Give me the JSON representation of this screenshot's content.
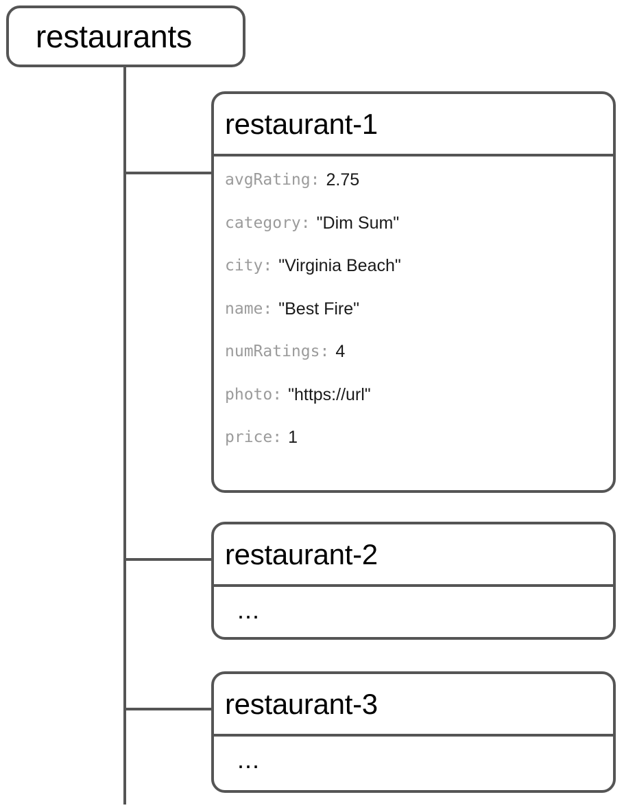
{
  "diagram": {
    "type": "firestore-collection-tree",
    "colors": {
      "stroke": "#555555",
      "key_text": "#9b9b9b",
      "value_text": "#1a1a1a",
      "title_text": "#000000",
      "background": "#ffffff"
    },
    "root": {
      "label": "restaurants",
      "kind": "collection"
    },
    "documents": [
      {
        "id": "restaurant-1",
        "kind": "document",
        "expanded": true,
        "fields": [
          {
            "key": "avgRating",
            "colon": ":",
            "value": "2.75"
          },
          {
            "key": "category",
            "colon": ":",
            "value": "\"Dim Sum\""
          },
          {
            "key": "city",
            "colon": ":",
            "value": "\"Virginia Beach\""
          },
          {
            "key": "name",
            "colon": ":",
            "value": "\"Best Fire\""
          },
          {
            "key": "numRatings",
            "colon": ":",
            "value": "4"
          },
          {
            "key": "photo",
            "colon": ":",
            "value": "\"https://url\""
          },
          {
            "key": "price",
            "colon": ":",
            "value": "1"
          }
        ]
      },
      {
        "id": "restaurant-2",
        "kind": "document",
        "expanded": false,
        "collapsed_text": "..."
      },
      {
        "id": "restaurant-3",
        "kind": "document",
        "expanded": false,
        "collapsed_text": "..."
      }
    ]
  }
}
